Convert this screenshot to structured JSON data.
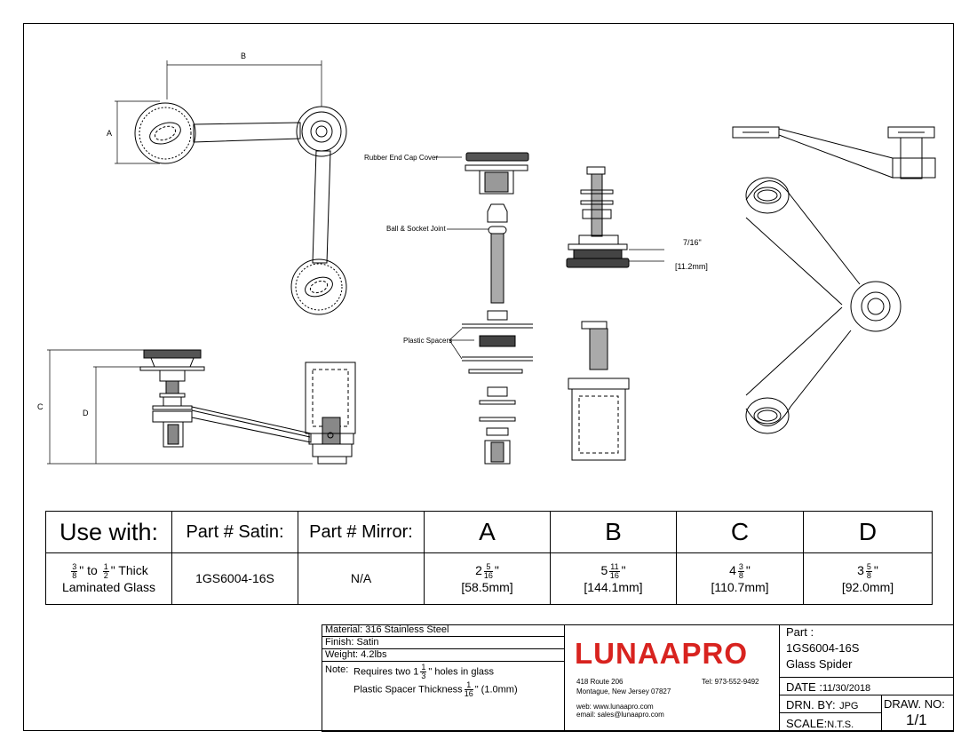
{
  "drawing": {
    "callouts": {
      "rubber_end_cap": "Rubber End Cap Cover",
      "ball_socket": "Ball & Socket Joint",
      "plastic_spacers": "Plastic Spacers"
    },
    "dimension_letters": {
      "a": "A",
      "b": "B",
      "c": "C",
      "d": "D"
    },
    "thickness_in": "7/16\"",
    "thickness_mm": "[11.2mm]"
  },
  "spec_table": {
    "headers": {
      "use_with": "Use with:",
      "part_satin": "Part # Satin:",
      "part_mirror": "Part # Mirror:",
      "a": "A",
      "b": "B",
      "c": "C",
      "d": "D"
    },
    "use_with": {
      "from_num": "3",
      "from_den": "8",
      "to_word": "\" to",
      "to_num": "1",
      "to_den": "2",
      "tail": "\" Thick",
      "line2": "Laminated Glass"
    },
    "part_satin": "1GS6004-16S",
    "part_mirror": "N/A",
    "values": {
      "a": {
        "whole": "2",
        "num": "5",
        "den": "16",
        "unit": "\"",
        "mm": "[58.5mm]"
      },
      "b": {
        "whole": "5",
        "num": "11",
        "den": "16",
        "unit": "\"",
        "mm": "[144.1mm]"
      },
      "c": {
        "whole": "4",
        "num": "3",
        "den": "8",
        "unit": "\"",
        "mm": "[110.7mm]"
      },
      "d": {
        "whole": "3",
        "num": "5",
        "den": "8",
        "unit": "\"",
        "mm": "[92.0mm]"
      }
    }
  },
  "title_block": {
    "material": "Material: 316 Stainless Steel",
    "finish": "Finish: Satin",
    "weight": "Weight: 4.2lbs",
    "note_label": "Note:",
    "note1_pre": "Requires two 1",
    "note1_num": "1",
    "note1_den": "3",
    "note1_post": "\" holes in glass",
    "note2_pre": "Plastic Spacer Thickness",
    "note2_num": "1",
    "note2_den": "16",
    "note2_post": "\" (1.0mm)",
    "brand": "LUNAAPRO",
    "brand_color": "#d8231f",
    "address1": "418 Route 206",
    "address2": "Montague, New Jersey 07827",
    "tel": "Tel: 973-552-9492",
    "web": "web: www.lunaapro.com",
    "email": "email: sales@lunaapro.com",
    "part_label": "Part :",
    "part_number": "1GS6004-16S",
    "part_name": "Glass Spider",
    "date_label": "DATE :",
    "date": "11/30/2018",
    "drn_label": "DRN. BY:",
    "drn": "JPG",
    "drawno_label": "DRAW. NO:",
    "drawno": "1/1",
    "scale_label": "SCALE:",
    "scale": "N.T.S."
  }
}
